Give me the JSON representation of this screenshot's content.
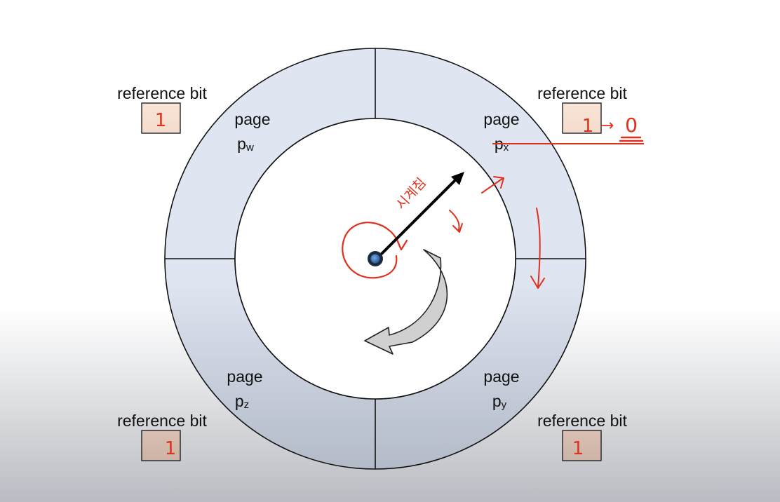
{
  "diagram": {
    "pages": [
      {
        "id": "w",
        "label": "page",
        "symbol": "p",
        "subscript": "w"
      },
      {
        "id": "x",
        "label": "page",
        "symbol": "p",
        "subscript": "x"
      },
      {
        "id": "z",
        "label": "page",
        "symbol": "p",
        "subscript": "z"
      },
      {
        "id": "y",
        "label": "page",
        "symbol": "p",
        "subscript": "y"
      }
    ],
    "reference_bits": [
      {
        "page": "w",
        "label": "reference bit",
        "value": "1"
      },
      {
        "page": "x",
        "label": "reference bit",
        "value": "1",
        "annotation_arrow": "→",
        "annotation_new": "0"
      },
      {
        "page": "z",
        "label": "reference bit",
        "value": "1"
      },
      {
        "page": "y",
        "label": "reference bit",
        "value": "1"
      }
    ],
    "handwritten_note": "시계침",
    "colors": {
      "ring_fill": "#dde3ef",
      "ring_fill_bottom": "#b8bfcc",
      "ring_stroke": "#111111",
      "box_fill": "#f6dfcf",
      "box_stroke": "#222222",
      "annotation": "#e0301e",
      "hand": "#000000",
      "hub": "#3a73b4",
      "rotation_arrow": "#cfcfcf"
    }
  }
}
